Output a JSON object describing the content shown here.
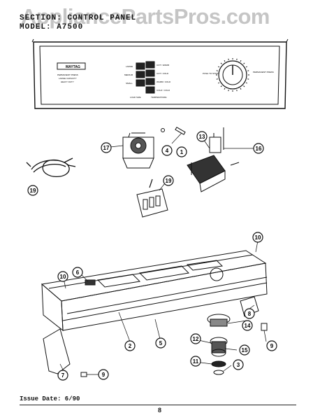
{
  "header": {
    "section_line": "SECTION: CONTROL PANEL",
    "model_line": "MODEL: A7500"
  },
  "watermark": "AppliancePartsPros.com",
  "panel": {
    "brand": "MAYTAG",
    "rating_lines": [
      "PERMANENT PRESS",
      "LARGE CAPACITY",
      "HEAVY DUTY"
    ],
    "left_buttons": [
      "LARGE",
      "MEDIUM",
      "SMALL"
    ],
    "right_buttons": [
      "COT / WARM",
      "COT / COLD",
      "WARM / COLD",
      "COLD / COLD"
    ],
    "load_size_label": "LOAD SIZE",
    "temperature_label": "TEMPERATURE",
    "push_to_start": "PUSH TO START",
    "permanent_press": "PERMANENT PRESS"
  },
  "callouts": [
    "17",
    "4",
    "1",
    "13",
    "16",
    "19",
    "19",
    "10",
    "6",
    "10",
    "14",
    "8",
    "2",
    "5",
    "12",
    "15",
    "9",
    "11",
    "3",
    "7",
    "9"
  ],
  "footer": {
    "issue": "Issue Date: 6/90",
    "page": "8"
  }
}
